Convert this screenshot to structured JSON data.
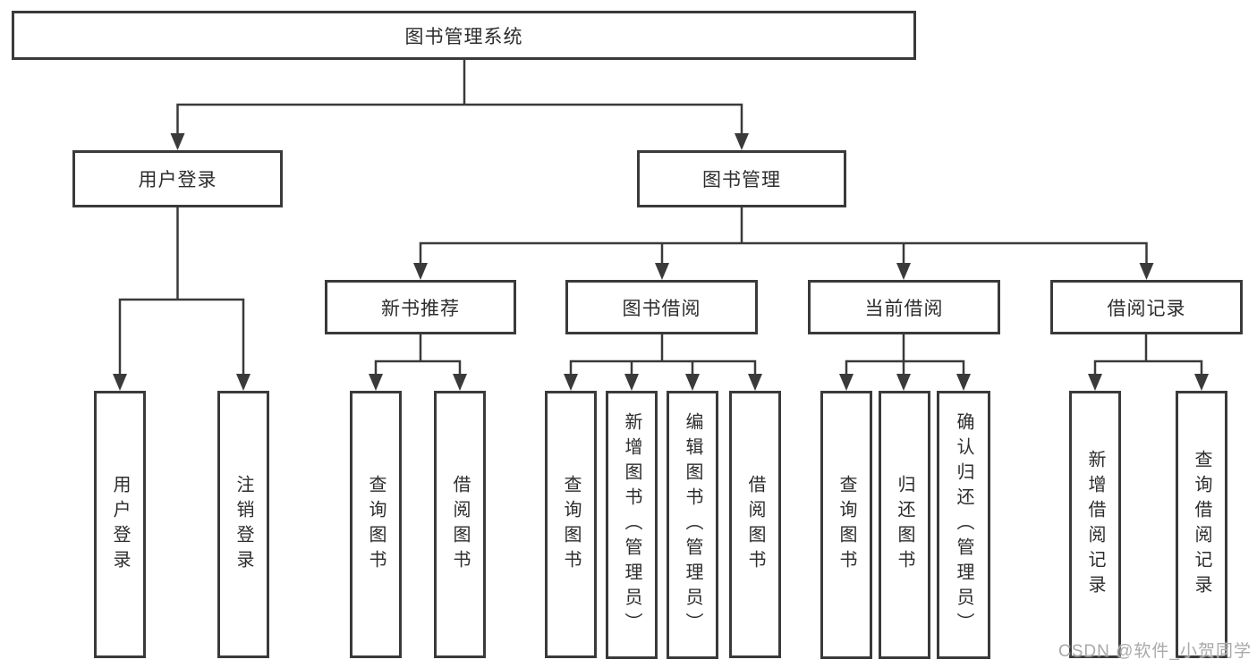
{
  "structure": {
    "root": "图书管理系统",
    "children": [
      {
        "label": "用户登录",
        "children": [
          "用户登录",
          "注销登录"
        ]
      },
      {
        "label": "图书管理",
        "children": [
          {
            "label": "新书推荐",
            "children": [
              "查询图书",
              "借阅图书"
            ]
          },
          {
            "label": "图书借阅",
            "children": [
              "查询图书",
              "新增图书（管理员）",
              "编辑图书（管理员）",
              "借阅图书"
            ]
          },
          {
            "label": "当前借阅",
            "children": [
              "查询图书",
              "归还图书",
              "确认归还（管理员）"
            ]
          },
          {
            "label": "借阅记录",
            "children": [
              "新增借阅记录",
              "查询借阅记录"
            ]
          }
        ]
      }
    ]
  },
  "watermark": {
    "text": "CSDN @软件_小贺同学"
  },
  "colors": {
    "line": "#3a3a3a",
    "box_border": "#3a3a3a",
    "text": "#2d2d2d",
    "watermark": "#a9a9a9",
    "background": "#ffffff"
  }
}
